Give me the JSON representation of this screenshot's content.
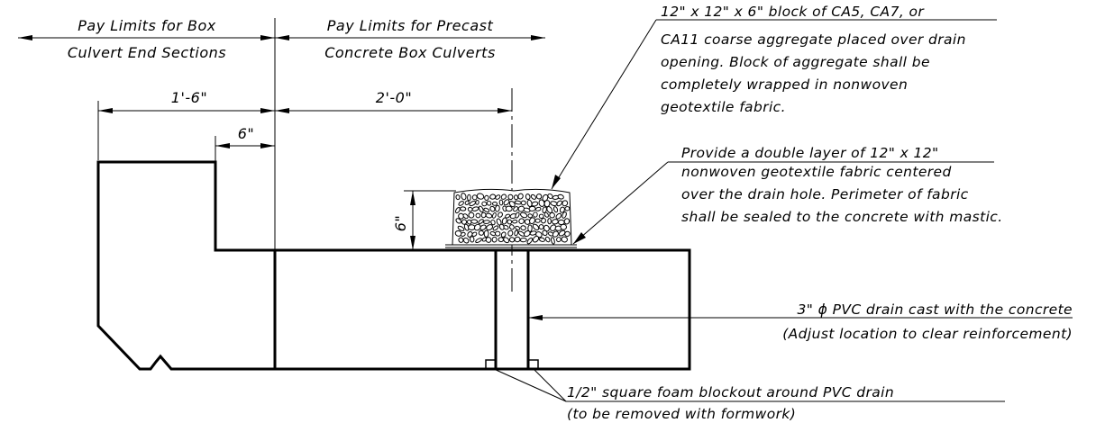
{
  "pay_limits": {
    "box_line1": "Pay Limits for Box",
    "box_line2": "Culvert End Sections",
    "precast_line1": "Pay Limits for Precast",
    "precast_line2": "Concrete Box Culverts"
  },
  "dimensions": {
    "d_1_6": "1'-6\"",
    "d_2_0": "2'-0\"",
    "d_6_horizontal": "6\"",
    "d_6_vertical": "6\""
  },
  "notes": {
    "aggregate": [
      "12\" x 12\" x 6\" block of CA5, CA7, or",
      "CA11 coarse aggregate placed over drain",
      "opening.  Block of aggregate shall be",
      "completely wrapped in nonwoven",
      "geotextile fabric."
    ],
    "fabric": [
      "Provide a double layer of 12\" x 12\"",
      "nonwoven geotextile fabric centered",
      "over the drain hole. Perimeter of fabric",
      "shall be sealed to the concrete with mastic."
    ],
    "pvc": [
      "3\" ϕ PVC drain cast with the concrete",
      "(Adjust location to clear reinforcement)"
    ],
    "foam": [
      "1/2\" square foam blockout around PVC drain",
      "(to be removed with formwork)"
    ]
  }
}
